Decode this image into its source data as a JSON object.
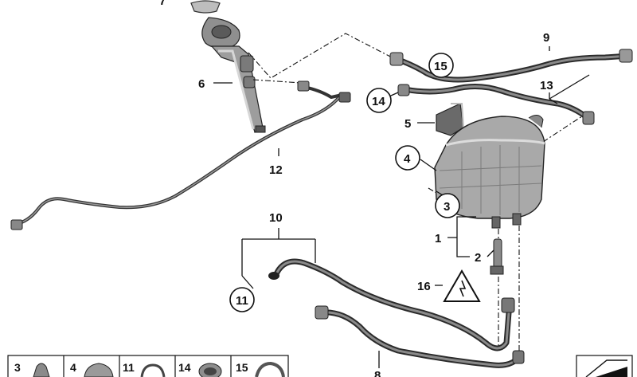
{
  "callouts": {
    "c1": "1",
    "c2": "2",
    "c3": "3",
    "c4": "4",
    "c5": "5",
    "c6": "6",
    "c7": "7",
    "c8": "8",
    "c9": "9",
    "c10": "10",
    "c11": "11",
    "c12": "12",
    "c13": "13",
    "c14": "14",
    "c15": "15",
    "c16": "16"
  },
  "legend": [
    "3",
    "4",
    "11",
    "14",
    "15"
  ]
}
